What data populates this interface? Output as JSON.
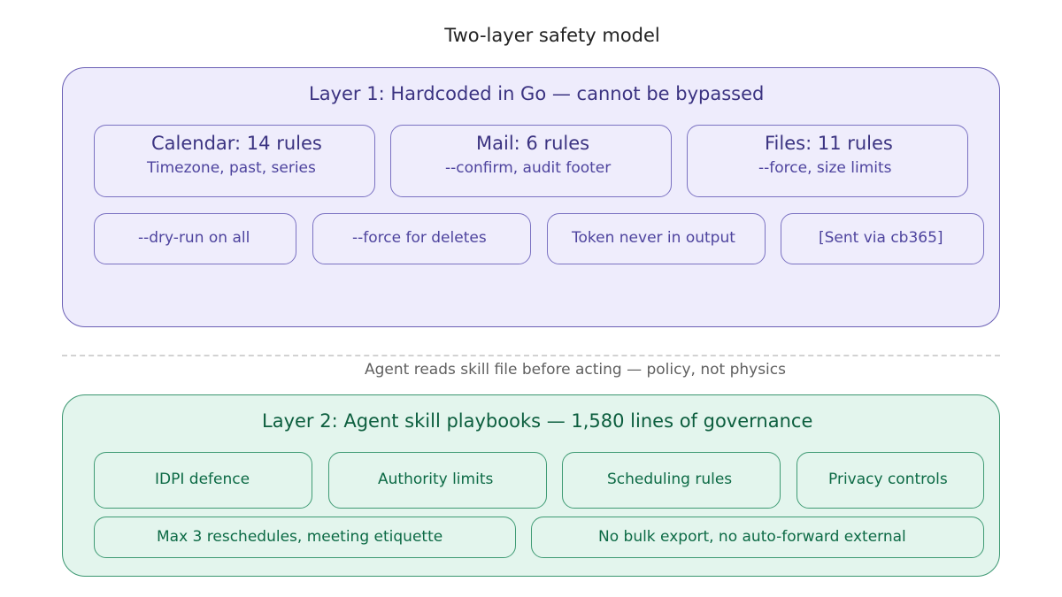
{
  "title": "Two-layer safety model",
  "layer1": {
    "title": "Layer 1: Hardcoded in Go — cannot be bypassed",
    "cards": [
      {
        "title": "Calendar: 14 rules",
        "subtitle": "Timezone, past, series"
      },
      {
        "title": "Mail: 6 rules",
        "subtitle": "--confirm, audit footer"
      },
      {
        "title": "Files: 11 rules",
        "subtitle": "--force, size limits"
      }
    ],
    "chips": [
      "--dry-run on all",
      "--force for deletes",
      "Token never in output",
      "[Sent via cb365]"
    ]
  },
  "divider_text": "Agent reads skill file before acting — policy, not physics",
  "layer2": {
    "title": "Layer 2: Agent skill playbooks — 1,580 lines of governance",
    "chips": [
      "IDPI defence",
      "Authority limits",
      "Scheduling rules",
      "Privacy controls"
    ],
    "wide_chips": [
      "Max 3 reschedules, meeting etiquette",
      "No bulk export, no auto-forward external"
    ]
  },
  "colors": {
    "layer1_fill": "#eeecfc",
    "layer1_border": "#6a5fb5",
    "layer2_fill": "#e3f5ed",
    "layer2_border": "#3a9670"
  }
}
